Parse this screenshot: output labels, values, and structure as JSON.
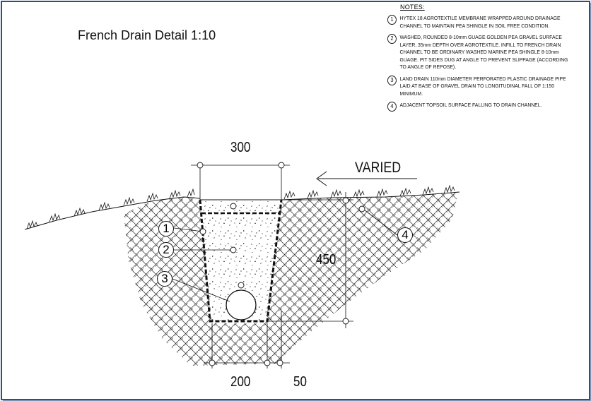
{
  "title": "French Drain Detail 1:10",
  "notes": {
    "heading": "NOTES:",
    "items": [
      {
        "num": "1",
        "text": "HYTEX 18 AGROTEXTILE MEMBRANE WRAPPED AROUND DRAINAGE CHANNEL TO MAINTAIN PEA SHINGLE IN SOIL FREE CONDITION."
      },
      {
        "num": "2",
        "text": "WASHED, ROUNDED 8-10mm GUAGE GOLDEN PEA GRAVEL SURFACE LAYER, 35mm DEPTH OVER AGROTEXTILE. INFILL TO FRENCH DRAIN CHANNEL TO BE ORDINARY WASHED MARINE PEA SHINGLE 8-10mm GUAGE. PIT SIDES DUG AT ANGLE TO PREVENT SLIPPAGE (ACCORDING TO ANGLE OF REPOSE)."
      },
      {
        "num": "3",
        "text": "LAND DRAIN 110mm DIAMETER PERFORATED PLASTIC DRAINAGE PIPE LAID AT BASE OF GRAVEL DRAIN TO LONGITUDINAL FALL OF 1:150 MINIMUM."
      },
      {
        "num": "4",
        "text": "ADJACENT TOPSOIL SURFACE FALLING TO DRAIN CHANNEL."
      }
    ]
  },
  "dimensions": {
    "top_width": "300",
    "depth": "450",
    "bottom_width": "200",
    "side_offset": "50",
    "fall_label": "VARIED"
  },
  "callouts": [
    "1",
    "2",
    "3",
    "4"
  ]
}
